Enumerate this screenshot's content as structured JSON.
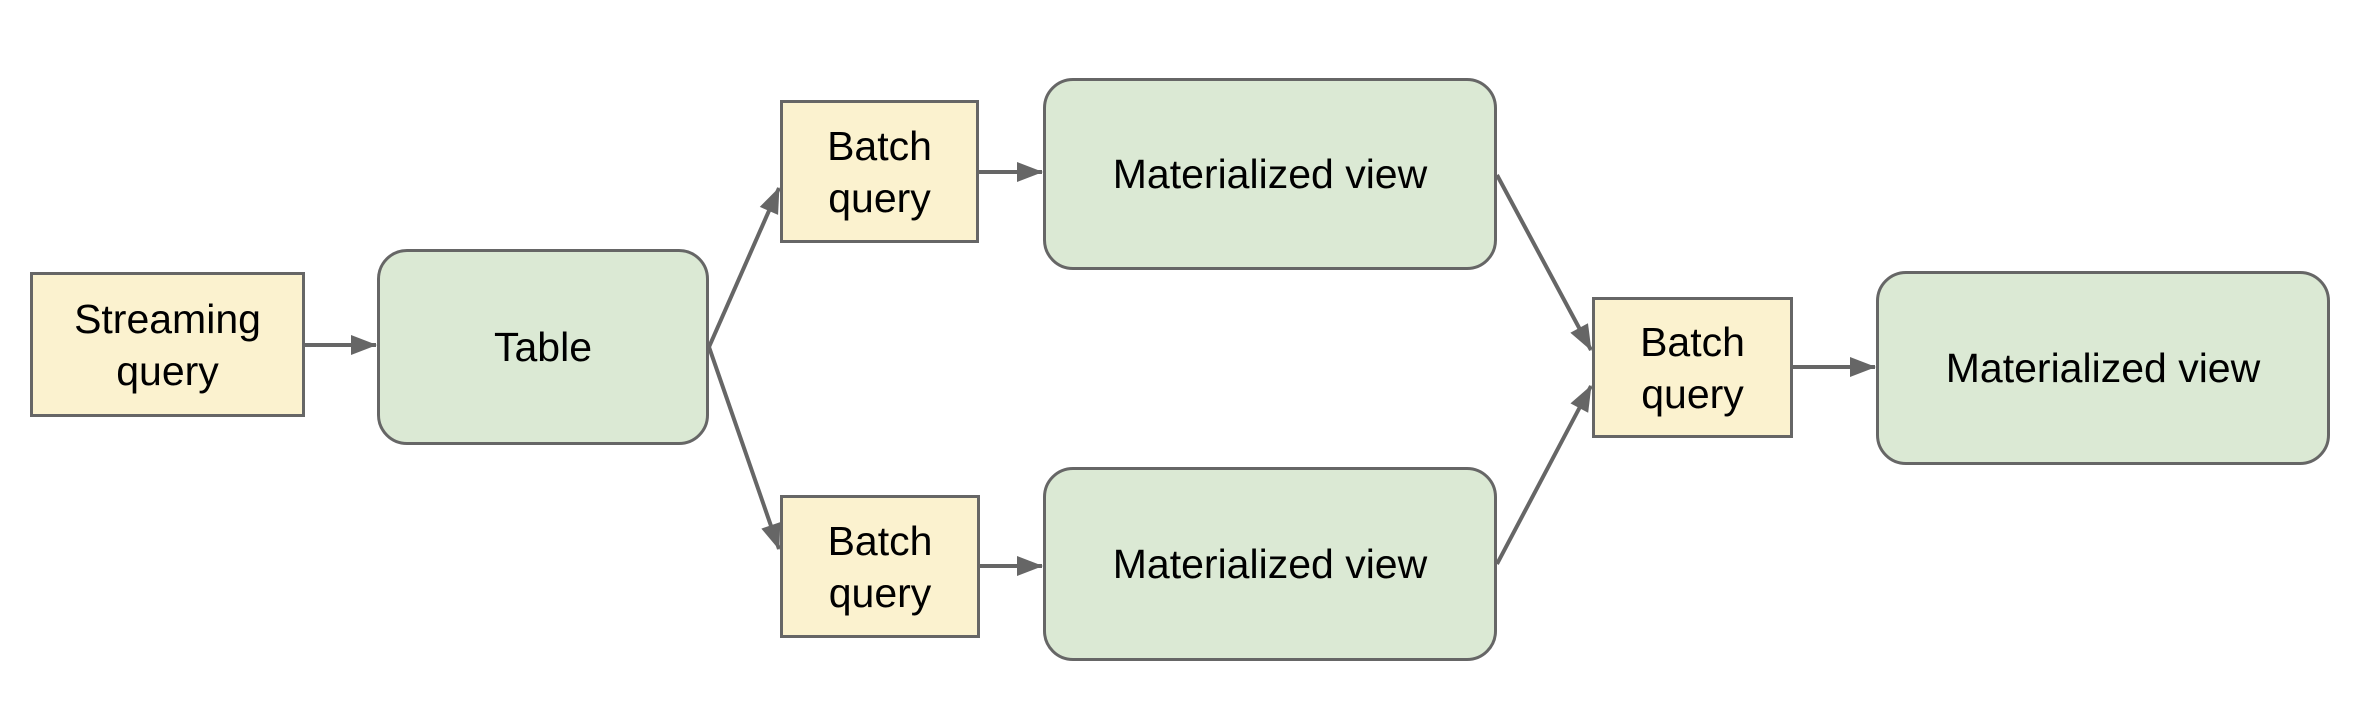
{
  "diagram": {
    "background_color": "#ffffff",
    "colors": {
      "query_box_fill": "#FBF2CF",
      "artifact_box_fill": "#DBE9D4",
      "box_border": "#666666",
      "arrow": "#666666",
      "text": "#000000"
    },
    "nodes": [
      {
        "id": "streaming-query",
        "label": "Streaming query",
        "kind": "query"
      },
      {
        "id": "table",
        "label": "Table",
        "kind": "artifact"
      },
      {
        "id": "batch-query-top",
        "label": "Batch query",
        "kind": "query"
      },
      {
        "id": "mv-top",
        "label": "Materialized view",
        "kind": "artifact"
      },
      {
        "id": "batch-query-bottom",
        "label": "Batch query",
        "kind": "query"
      },
      {
        "id": "mv-bottom",
        "label": "Materialized view",
        "kind": "artifact"
      },
      {
        "id": "batch-query-final",
        "label": "Batch query",
        "kind": "query"
      },
      {
        "id": "mv-final",
        "label": "Materialized view",
        "kind": "artifact"
      }
    ],
    "edges": [
      {
        "from": "streaming-query",
        "to": "table"
      },
      {
        "from": "table",
        "to": "batch-query-top"
      },
      {
        "from": "table",
        "to": "batch-query-bottom"
      },
      {
        "from": "batch-query-top",
        "to": "mv-top"
      },
      {
        "from": "batch-query-bottom",
        "to": "mv-bottom"
      },
      {
        "from": "mv-top",
        "to": "batch-query-final"
      },
      {
        "from": "mv-bottom",
        "to": "batch-query-final"
      },
      {
        "from": "batch-query-final",
        "to": "mv-final"
      }
    ]
  }
}
